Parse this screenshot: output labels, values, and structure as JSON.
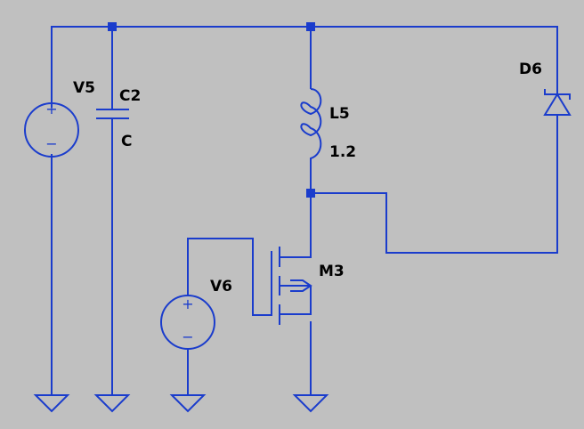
{
  "components": {
    "V5": {
      "name": "V5",
      "plus": "+",
      "minus": "−"
    },
    "C2": {
      "name": "C2",
      "value": "C"
    },
    "L5": {
      "name": "L5",
      "value": "1.2"
    },
    "D6": {
      "name": "D6"
    },
    "M3": {
      "name": "M3"
    },
    "V6": {
      "name": "V6",
      "plus": "+",
      "minus": "−"
    }
  },
  "colors": {
    "background": "#c0c0c0",
    "wire": "#1a3ccc",
    "text": "#000000"
  }
}
